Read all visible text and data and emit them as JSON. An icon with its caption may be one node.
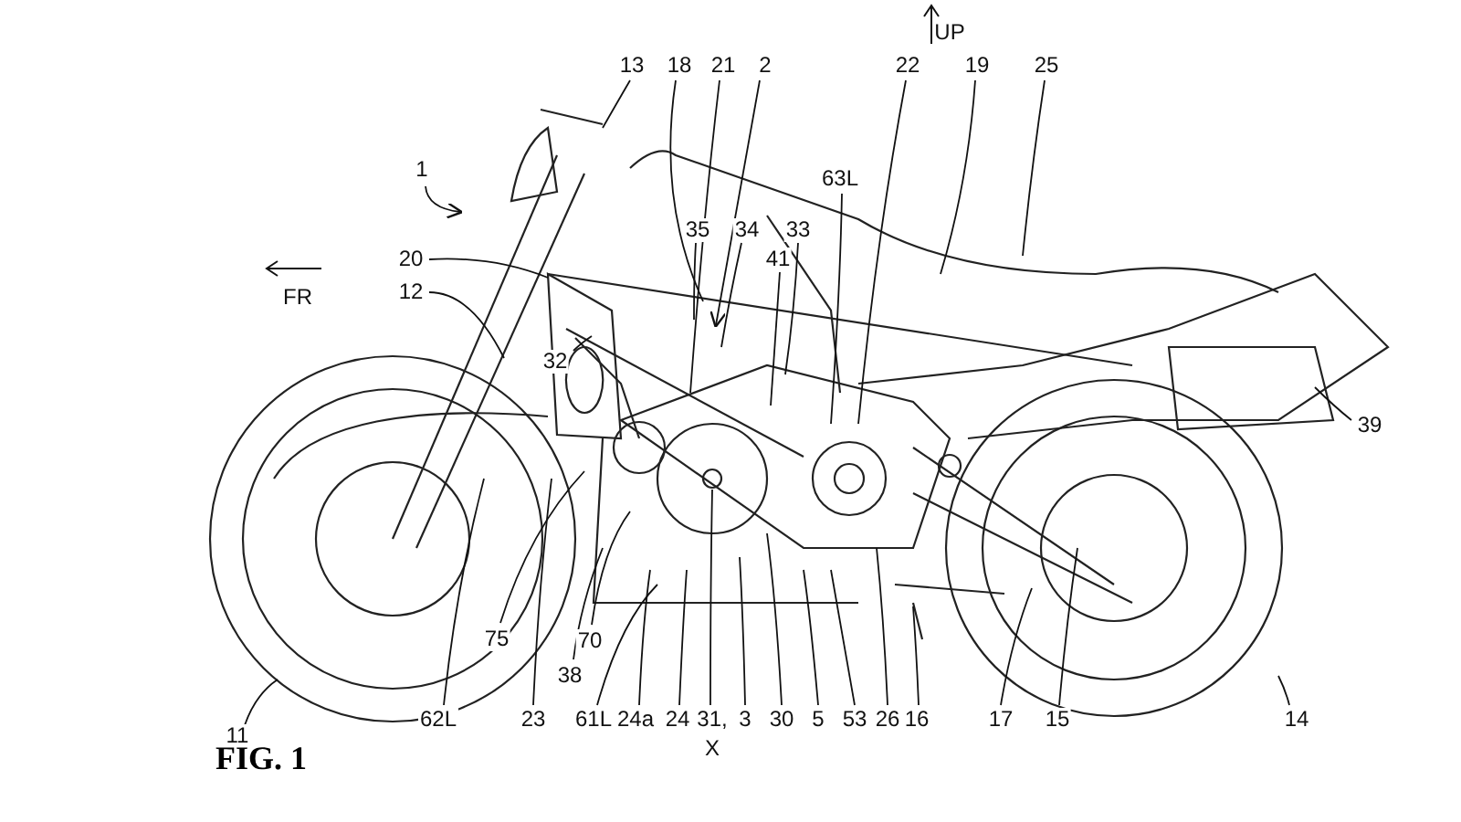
{
  "diagram": {
    "caption": "FIG. 1",
    "nodes": [
      {
        "text": [
          "1"
        ]
      },
      {
        "text": [
          "13"
        ]
      },
      {
        "text": [
          "18"
        ]
      },
      {
        "text": [
          "21"
        ]
      },
      {
        "text": [
          "2"
        ]
      },
      {
        "text": [
          "22"
        ]
      },
      {
        "text": [
          "19"
        ]
      },
      {
        "text": [
          "25"
        ]
      },
      {
        "text": [
          "63L"
        ]
      },
      {
        "text": [
          "35"
        ]
      },
      {
        "text": [
          "34"
        ]
      },
      {
        "text": [
          "33"
        ]
      },
      {
        "text": [
          "41"
        ]
      },
      {
        "text": [
          "20"
        ]
      },
      {
        "text": [
          "12"
        ]
      },
      {
        "text": [
          "32"
        ]
      },
      {
        "text": [
          "39"
        ]
      },
      {
        "text": [
          "75"
        ]
      },
      {
        "text": [
          "70"
        ]
      },
      {
        "text": [
          "38"
        ]
      },
      {
        "text": [
          "11"
        ]
      },
      {
        "text": [
          "62L"
        ]
      },
      {
        "text": [
          "23"
        ]
      },
      {
        "text": [
          "61L"
        ]
      },
      {
        "text": [
          "24a"
        ]
      },
      {
        "text": [
          "24"
        ]
      },
      {
        "text": [
          "31,"
        ]
      },
      {
        "text": [
          "3"
        ]
      },
      {
        "text": [
          "30"
        ]
      },
      {
        "text": [
          "5"
        ]
      },
      {
        "text": [
          "53"
        ]
      },
      {
        "text": [
          "26"
        ]
      },
      {
        "text": [
          "16"
        ]
      },
      {
        "text": [
          "17"
        ]
      },
      {
        "text": [
          "15"
        ]
      },
      {
        "text": [
          "14"
        ]
      }
    ],
    "edges": [
      {
        "from": 0,
        "to": null,
        "arrow": "to"
      },
      {
        "from": 1,
        "to": null,
        "arrow": "none"
      },
      {
        "from": 2,
        "to": null,
        "arrow": "none"
      },
      {
        "from": 3,
        "to": null,
        "arrow": "none"
      },
      {
        "from": 4,
        "to": null,
        "arrow": "to"
      },
      {
        "from": 5,
        "to": null,
        "arrow": "none"
      },
      {
        "from": 6,
        "to": null,
        "arrow": "none"
      },
      {
        "from": 7,
        "to": null,
        "arrow": "none"
      },
      {
        "from": 8,
        "to": null,
        "arrow": "none"
      },
      {
        "from": 9,
        "to": null,
        "arrow": "none"
      },
      {
        "from": 10,
        "to": null,
        "arrow": "none"
      },
      {
        "from": 11,
        "to": null,
        "arrow": "none"
      },
      {
        "from": 12,
        "to": null,
        "arrow": "none"
      },
      {
        "from": 13,
        "to": null,
        "arrow": "none"
      },
      {
        "from": 14,
        "to": null,
        "arrow": "none"
      },
      {
        "from": 15,
        "to": null,
        "arrow": "none"
      },
      {
        "from": 16,
        "to": null,
        "arrow": "none"
      },
      {
        "from": 17,
        "to": null,
        "arrow": "none"
      },
      {
        "from": 18,
        "to": null,
        "arrow": "none"
      },
      {
        "from": 19,
        "to": null,
        "arrow": "none"
      },
      {
        "from": 20,
        "to": null,
        "arrow": "none"
      },
      {
        "from": 21,
        "to": null,
        "arrow": "none"
      },
      {
        "from": 22,
        "to": null,
        "arrow": "none"
      },
      {
        "from": 23,
        "to": null,
        "arrow": "none"
      },
      {
        "from": 24,
        "to": null,
        "arrow": "none"
      },
      {
        "from": 25,
        "to": null,
        "arrow": "none"
      },
      {
        "from": 26,
        "to": null,
        "arrow": "none"
      },
      {
        "from": 27,
        "to": null,
        "arrow": "none"
      },
      {
        "from": 28,
        "to": null,
        "arrow": "none"
      },
      {
        "from": 29,
        "to": null,
        "arrow": "none"
      },
      {
        "from": 30,
        "to": null,
        "arrow": "none"
      },
      {
        "from": 31,
        "to": null,
        "arrow": "none"
      },
      {
        "from": 32,
        "to": null,
        "arrow": "none"
      },
      {
        "from": 33,
        "to": null,
        "arrow": "none"
      },
      {
        "from": 34,
        "to": null,
        "arrow": "none"
      },
      {
        "from": 35,
        "to": null,
        "arrow": "none"
      }
    ],
    "labels": [
      "UP",
      "FR",
      "X"
    ]
  }
}
